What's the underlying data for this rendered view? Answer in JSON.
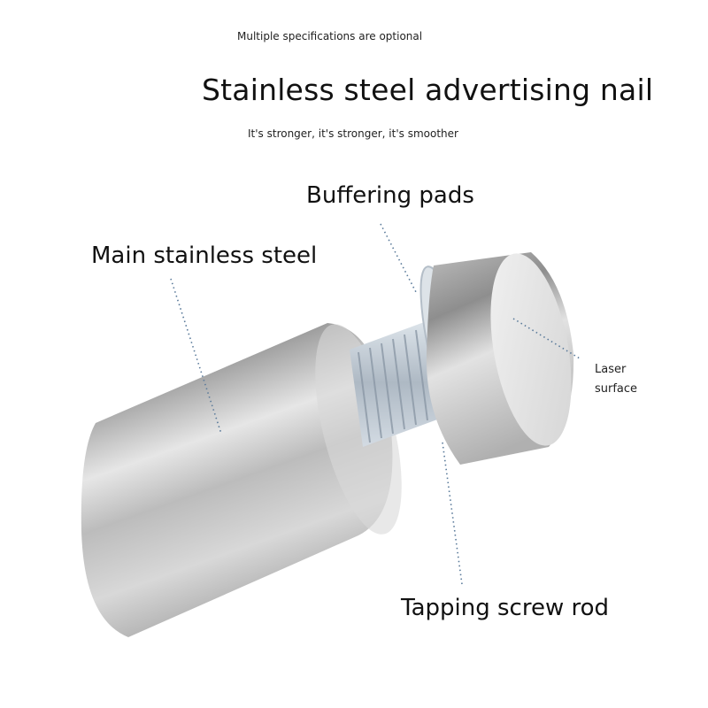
{
  "header": {
    "note": "Multiple specifications are optional",
    "title": "Stainless steel advertising nail",
    "subtitle": "It's stronger, it's stronger, it's smoother"
  },
  "callouts": [
    {
      "id": "buffering-pads",
      "label": "Buffering pads"
    },
    {
      "id": "main-stainless-steel",
      "label": "Main stainless steel"
    },
    {
      "id": "laser-surface",
      "label": "Laser surface"
    },
    {
      "id": "tapping-screw-rod",
      "label": "Tapping screw rod"
    }
  ],
  "colors": {
    "background": "#ffffff",
    "text": "#111111",
    "leader_line": "#5a7a9a",
    "steel_light": "#e8e8e8",
    "steel_mid": "#bdbdbd",
    "steel_dark": "#8f8f8f",
    "zinc_thread": "#c8d2dc"
  }
}
